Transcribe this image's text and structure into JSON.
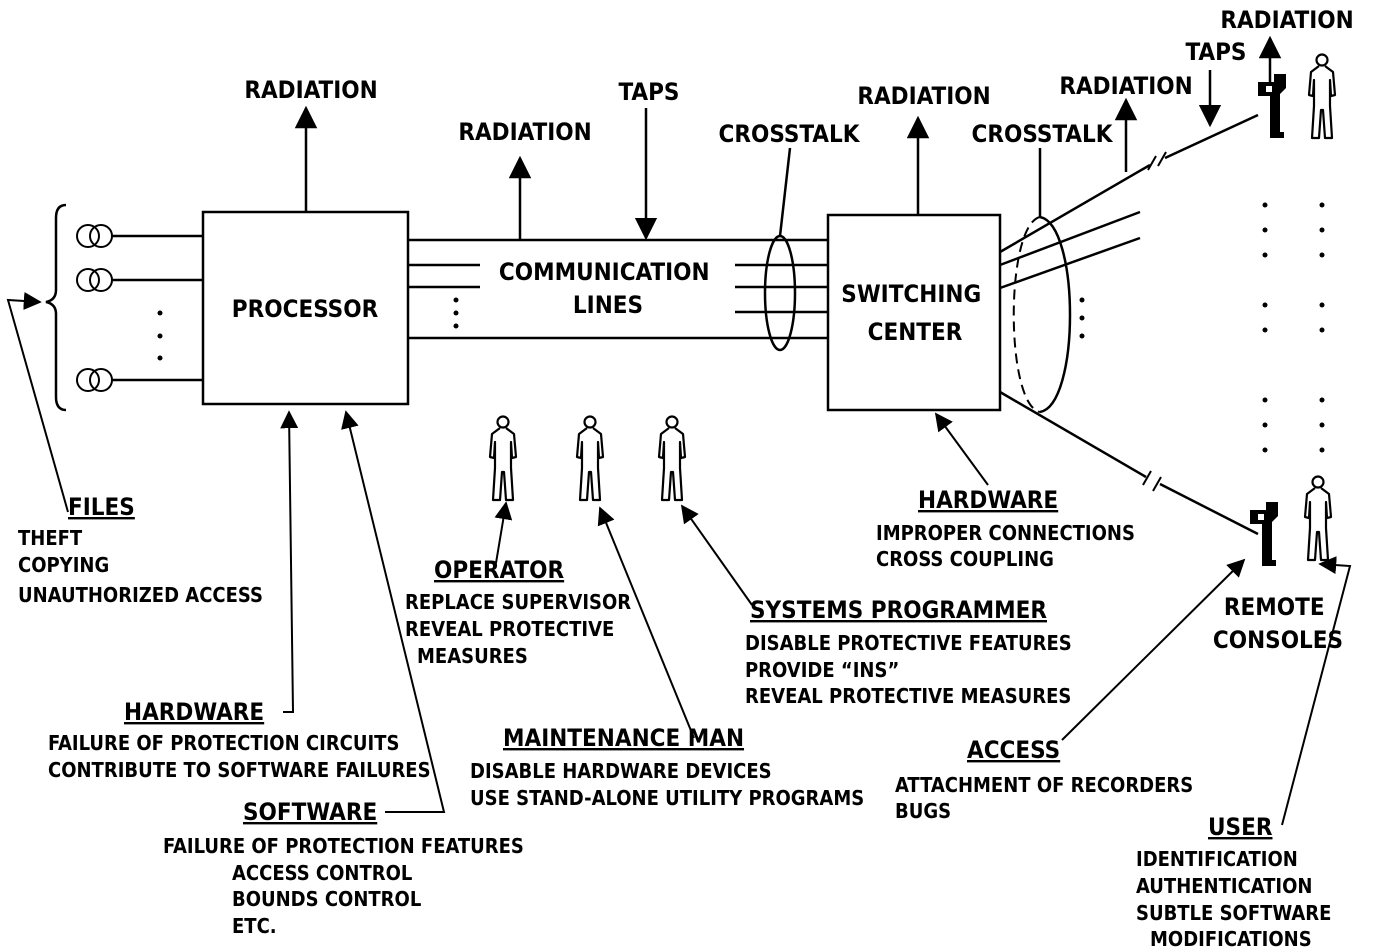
{
  "top_labels": {
    "radiation_processor": "RADIATION",
    "radiation_lines": "RADIATION",
    "taps_lines": "TAPS",
    "crosstalk_lines": "CROSSTALK",
    "radiation_switching": "RADIATION",
    "crosstalk_switching": "CROSSTALK",
    "radiation_remote_line": "RADIATION",
    "taps_remote": "TAPS",
    "radiation_remote_console": "RADIATION"
  },
  "boxes": {
    "processor": "PROCESSOR",
    "communication_lines": [
      "COMMUNICATION",
      "LINES"
    ],
    "switching_center": [
      "SWITCHING",
      "CENTER"
    ],
    "remote_consoles": [
      "REMOTE",
      "CONSOLES"
    ]
  },
  "files": {
    "title": "FILES",
    "items": [
      "THEFT",
      "COPYING",
      "UNAUTHORIZED ACCESS"
    ]
  },
  "hardware_processor": {
    "title": "HARDWARE",
    "items": [
      "FAILURE OF PROTECTION CIRCUITS",
      "CONTRIBUTE TO SOFTWARE FAILURES"
    ]
  },
  "software": {
    "title": "SOFTWARE",
    "items": [
      "FAILURE OF PROTECTION FEATURES",
      "ACCESS CONTROL",
      "BOUNDS CONTROL",
      "ETC."
    ]
  },
  "operator": {
    "title": "OPERATOR",
    "items": [
      "REPLACE SUPERVISOR",
      "REVEAL PROTECTIVE",
      "MEASURES"
    ]
  },
  "maintenance_man": {
    "title": "MAINTENANCE MAN",
    "items": [
      "DISABLE HARDWARE DEVICES",
      "USE STAND-ALONE UTILITY PROGRAMS"
    ]
  },
  "systems_programmer": {
    "title": "SYSTEMS PROGRAMMER",
    "items": [
      "DISABLE PROTECTIVE FEATURES",
      "PROVIDE “INS”",
      "REVEAL PROTECTIVE MEASURES"
    ]
  },
  "hardware_switching": {
    "title": "HARDWARE",
    "items": [
      "IMPROPER CONNECTIONS",
      "CROSS COUPLING"
    ]
  },
  "access": {
    "title": "ACCESS",
    "items": [
      "ATTACHMENT OF RECORDERS",
      "BUGS"
    ]
  },
  "user": {
    "title": "USER",
    "items": [
      "IDENTIFICATION",
      "AUTHENTICATION",
      "SUBTLE SOFTWARE",
      "MODIFICATIONS"
    ]
  }
}
